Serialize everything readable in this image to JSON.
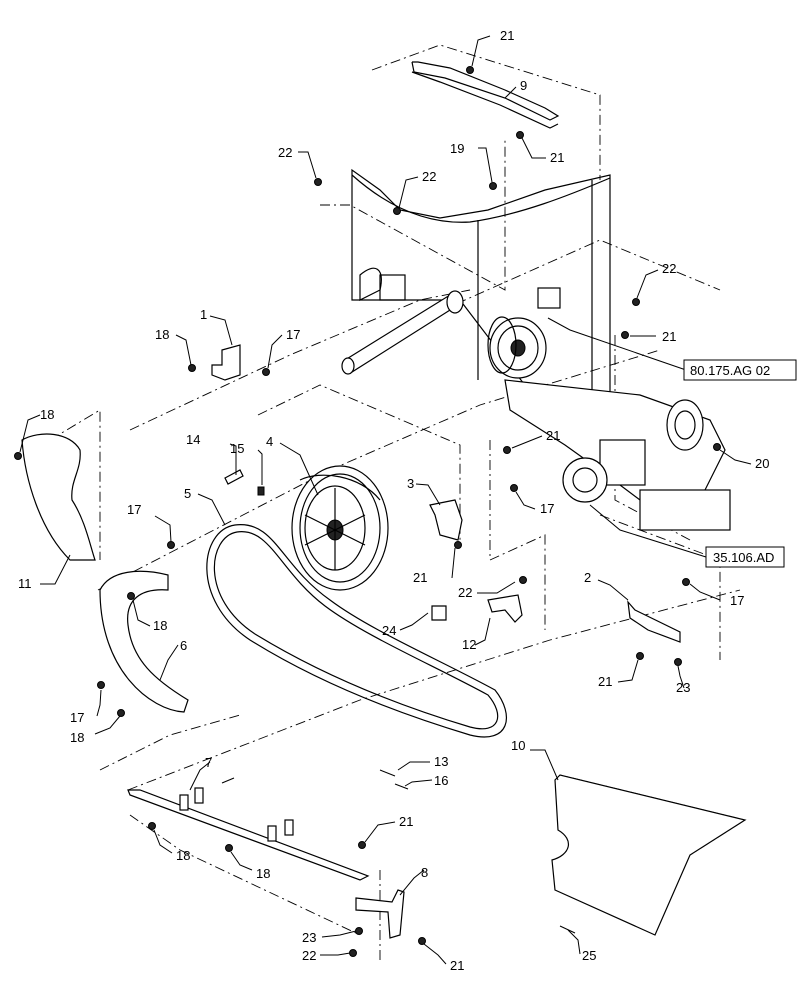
{
  "callouts": {
    "c1": "1",
    "c2": "2",
    "c3": "3",
    "c4": "4",
    "c5": "5",
    "c6": "6",
    "c7": "7",
    "c8": "8",
    "c9": "9",
    "c10": "10",
    "c11": "11",
    "c12": "12",
    "c13": "13",
    "c14": "14",
    "c15": "15",
    "c16": "16",
    "c17": "17",
    "c18": "18",
    "c19": "19",
    "c20": "20",
    "c21": "21",
    "c22": "22",
    "c23": "23",
    "c24": "24",
    "c25": "25"
  },
  "references": {
    "ref_a": "80.175.AG 02",
    "ref_b": "35.106.AD"
  }
}
